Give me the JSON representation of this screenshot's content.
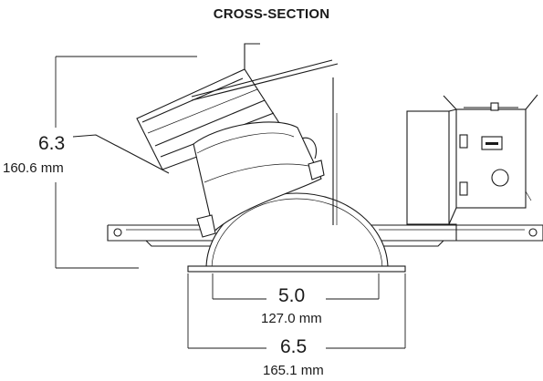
{
  "title": "CROSS-SECTION",
  "dimensions": {
    "height": {
      "inches": "6.3",
      "mm": "160.6 mm"
    },
    "aperture": {
      "inches": "5.0",
      "mm": "127.0 mm"
    },
    "overall": {
      "inches": "6.5",
      "mm": "165.1 mm"
    }
  }
}
